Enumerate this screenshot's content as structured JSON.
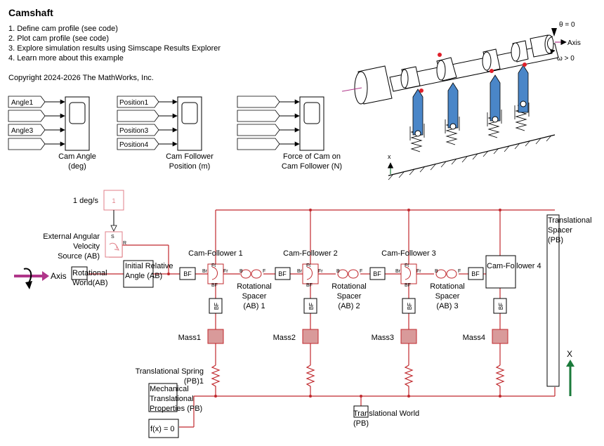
{
  "model": {
    "title": "Camshaft",
    "steps": [
      "1. Define cam profile (see code)",
      "2. Plot cam profile (see code)",
      "3. Explore simulation results using Simscape Results Explorer",
      "4. Learn more about this example"
    ],
    "copyright": "Copyright 2024-2026 The MathWorks, Inc."
  },
  "scopes": {
    "angle": {
      "inputs": [
        "Angle1",
        "",
        "Angle3",
        ""
      ],
      "label": [
        "Cam Angle",
        "(deg)"
      ]
    },
    "position": {
      "inputs": [
        "Position1",
        "",
        "Position3",
        "Position4"
      ],
      "label": [
        "Cam Follower",
        "Position (m)"
      ]
    },
    "force": {
      "label": [
        "Force of Cam on",
        "Cam Follower (N)"
      ]
    }
  },
  "illustration": {
    "theta": "θ = 0",
    "axis": "Axis",
    "omega": "ω > 0",
    "x": "x"
  },
  "diagram": {
    "const_value": "1 deg/s",
    "const_block": "1",
    "ext_source": [
      "External Angular",
      "Velocity",
      "Source (AB)"
    ],
    "axis": "Axis",
    "rot_world": [
      "Rotational",
      "World(AB)"
    ],
    "init_angle": [
      "Initial Relative",
      "Angle (AB)"
    ],
    "cam_followers": [
      "Cam-Follower 1",
      "Cam-Follower 2",
      "Cam-Follower 3",
      "Cam-Follower 4"
    ],
    "rot_spacers": [
      [
        "Rotational",
        "Spacer",
        "(AB) 1"
      ],
      [
        "Rotational",
        "Spacer",
        "(AB) 2"
      ],
      [
        "Rotational",
        "Spacer",
        "(AB) 3"
      ]
    ],
    "masses": [
      "Mass1",
      "Mass2",
      "Mass3",
      "Mass4"
    ],
    "spring": [
      "Translational Spring",
      "(PB)1"
    ],
    "mech_props": [
      "Mechanical",
      "Translational",
      "Properties (PB)"
    ],
    "solver": "f(x) = 0",
    "trans_world": [
      "Translational World",
      "(PB)"
    ],
    "trans_spacer": [
      "Translational",
      "Spacer",
      "(PB)"
    ],
    "x_label": "X",
    "port_bf": "BF",
    "port_b": "B",
    "port_f": "F",
    "port_br": "Br",
    "port_fr": "Fr",
    "port_ft": "Ft",
    "port_s": "S",
    "port_r": "R"
  },
  "colors": {
    "connection": "#c0282d",
    "mass_fill": "#d99a9a",
    "arrow_axis": "#b0368a",
    "arrow_x": "#1a7a3a",
    "follower_blue": "#4a86c8"
  }
}
